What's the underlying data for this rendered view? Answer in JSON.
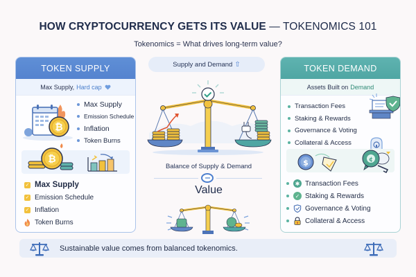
{
  "header": {
    "title_bold": "HOW CRYPTOCURRENCY GETS ITS VALUE",
    "title_dash": " — ",
    "title_light": "TOKENOMICS 101",
    "subtitle": "Tokenomics = What drives long-term value?"
  },
  "supply_panel": {
    "title": "TOKEN SUPPLY",
    "subtitle_main": "Max Supply,",
    "subtitle_accent": "Hard cap",
    "subtitle_icon": "heart-icon",
    "bullets": [
      {
        "label": "Max Supply"
      },
      {
        "label": "Emission Schedule"
      },
      {
        "label": "Inflation"
      },
      {
        "label": "Token Burns"
      }
    ],
    "checklist": [
      {
        "label": "Max Supply",
        "icon": "checkbox-icon"
      },
      {
        "label": "Emission Schedule",
        "icon": "checkbox-icon"
      },
      {
        "label": "Inflation",
        "icon": "checkbox-icon"
      },
      {
        "label": "Token Burns",
        "icon": "flame-icon"
      }
    ],
    "illustrations": [
      "calendar-bitcoin-icon",
      "fire-icon",
      "coin-stack-icon",
      "bar-chart-icon"
    ]
  },
  "center": {
    "pill_label": "Supply and Demand",
    "pill_icon": "arrow-up-icon",
    "balance_label": "Balance of Supply & Demand",
    "equals_icon": "equals-icon",
    "value_word": "Value",
    "illustrations": [
      "balance-scale-large-icon",
      "balance-scale-small-icon"
    ]
  },
  "demand_panel": {
    "title": "TOKEN DEMAND",
    "subtitle_main": "Assets Built on",
    "subtitle_accent": "Demand",
    "bullets": [
      {
        "label": "Transaction Fees"
      },
      {
        "label": "Staking & Rewards"
      },
      {
        "label": "Governance & Voting"
      },
      {
        "label": "Collateral & Access"
      }
    ],
    "iconlist": [
      {
        "label": "Transaction Fees",
        "icon": "fee-badge-icon"
      },
      {
        "label": "Staking & Rewards",
        "icon": "check-badge-icon"
      },
      {
        "label": "Governance & Voting",
        "icon": "shield-check-icon"
      },
      {
        "label": "Collateral & Access",
        "icon": "lock-icon"
      }
    ],
    "illustrations": [
      "document-shield-icon",
      "lock-badge-icon",
      "dollar-coin-icon",
      "ticket-icon",
      "key-coin-icon"
    ]
  },
  "footer": {
    "text": "Sustainable value comes from balanced tokenomics.",
    "icons": [
      "balance-scale-icon",
      "balance-scale-icon"
    ]
  },
  "colors": {
    "supply_header": "#5a88d2",
    "demand_header": "#56aca9",
    "gold": "#f2c13c",
    "navy_text": "#1e2b4a",
    "background": "#fbf8f9"
  }
}
